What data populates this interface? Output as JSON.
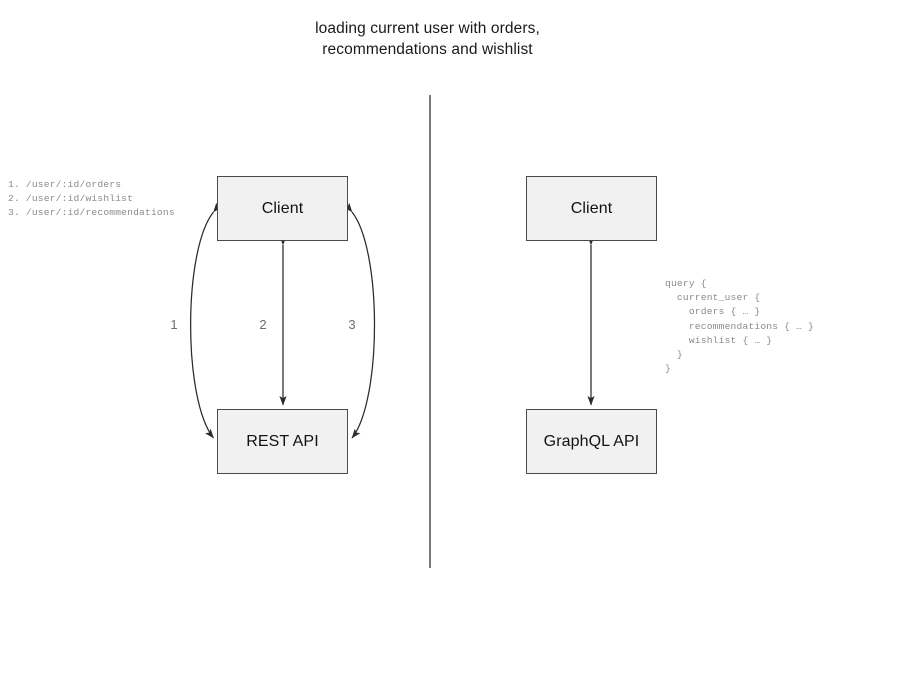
{
  "title": "loading current user with orders,\nrecommendations and wishlist",
  "divider": {
    "name": "vertical-divider",
    "color": "#7a7a7a"
  },
  "style": {
    "node_fill": "#f1f1f1",
    "node_border": "#4a4a4a",
    "connector_color": "#2b2b2b",
    "label_color": "#6e6e6e",
    "code_color": "#8a8a8a",
    "title_color": "#1a1a1a"
  },
  "left_panel": {
    "name": "rest-approach",
    "nodes": [
      {
        "id": "client-left",
        "label": "Client"
      },
      {
        "id": "rest-api",
        "label": "REST API"
      }
    ],
    "edges": [
      {
        "id": "edge-1",
        "label": "1",
        "shape": "curve-left",
        "direction": "bidirectional"
      },
      {
        "id": "edge-2",
        "label": "2",
        "shape": "straight",
        "direction": "bidirectional"
      },
      {
        "id": "edge-3",
        "label": "3",
        "shape": "curve-right",
        "direction": "bidirectional"
      }
    ],
    "endpoints": "1. /user/:id/orders\n2. /user/:id/wishlist\n3. /user/:id/recommendations"
  },
  "right_panel": {
    "name": "graphql-approach",
    "nodes": [
      {
        "id": "client-right",
        "label": "Client"
      },
      {
        "id": "graphql-api",
        "label": "GraphQL API"
      }
    ],
    "edges": [
      {
        "id": "edge-query",
        "label": "",
        "shape": "straight",
        "direction": "bidirectional"
      }
    ],
    "query": "query {\n  current_user {\n    orders { … }\n    recommendations { … }\n    wishlist { … }\n  }\n}"
  }
}
